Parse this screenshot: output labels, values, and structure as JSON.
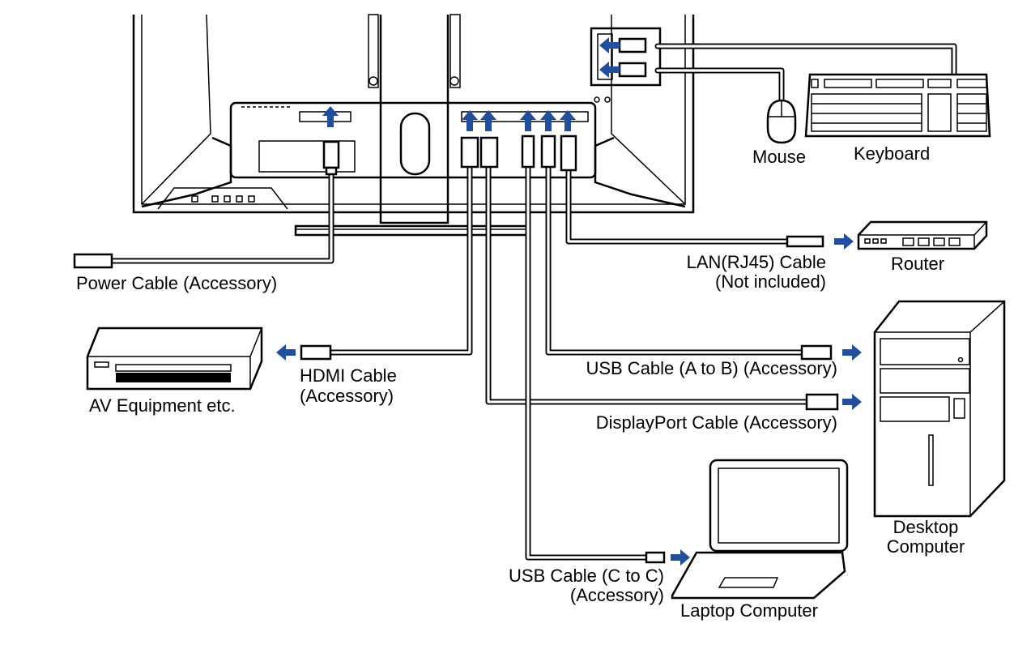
{
  "labels": {
    "mouse": "Mouse",
    "keyboard": "Keyboard",
    "router": "Router",
    "lan_cable_1": "LAN(RJ45) Cable",
    "lan_cable_2": "(Not included)",
    "power_cable": "Power Cable (Accessory)",
    "av_equipment": "AV Equipment etc.",
    "hdmi_cable_1": "HDMI Cable",
    "hdmi_cable_2": "(Accessory)",
    "usb_ab_cable": "USB Cable (A to B) (Accessory)",
    "dp_cable": "DisplayPort Cable (Accessory)",
    "desktop_1": "Desktop",
    "desktop_2": "Computer",
    "usb_cc_cable_1": "USB Cable (C to C)",
    "usb_cc_cable_2": "(Accessory)",
    "laptop": "Laptop Computer"
  },
  "colors": {
    "arrow": "#1f4f9e",
    "line": "#000000",
    "background": "#ffffff"
  },
  "icons": [
    "monitor-back",
    "keyboard-icon",
    "mouse-icon",
    "router-icon",
    "av-equipment-icon",
    "desktop-tower-icon",
    "laptop-icon",
    "arrow-icon"
  ]
}
